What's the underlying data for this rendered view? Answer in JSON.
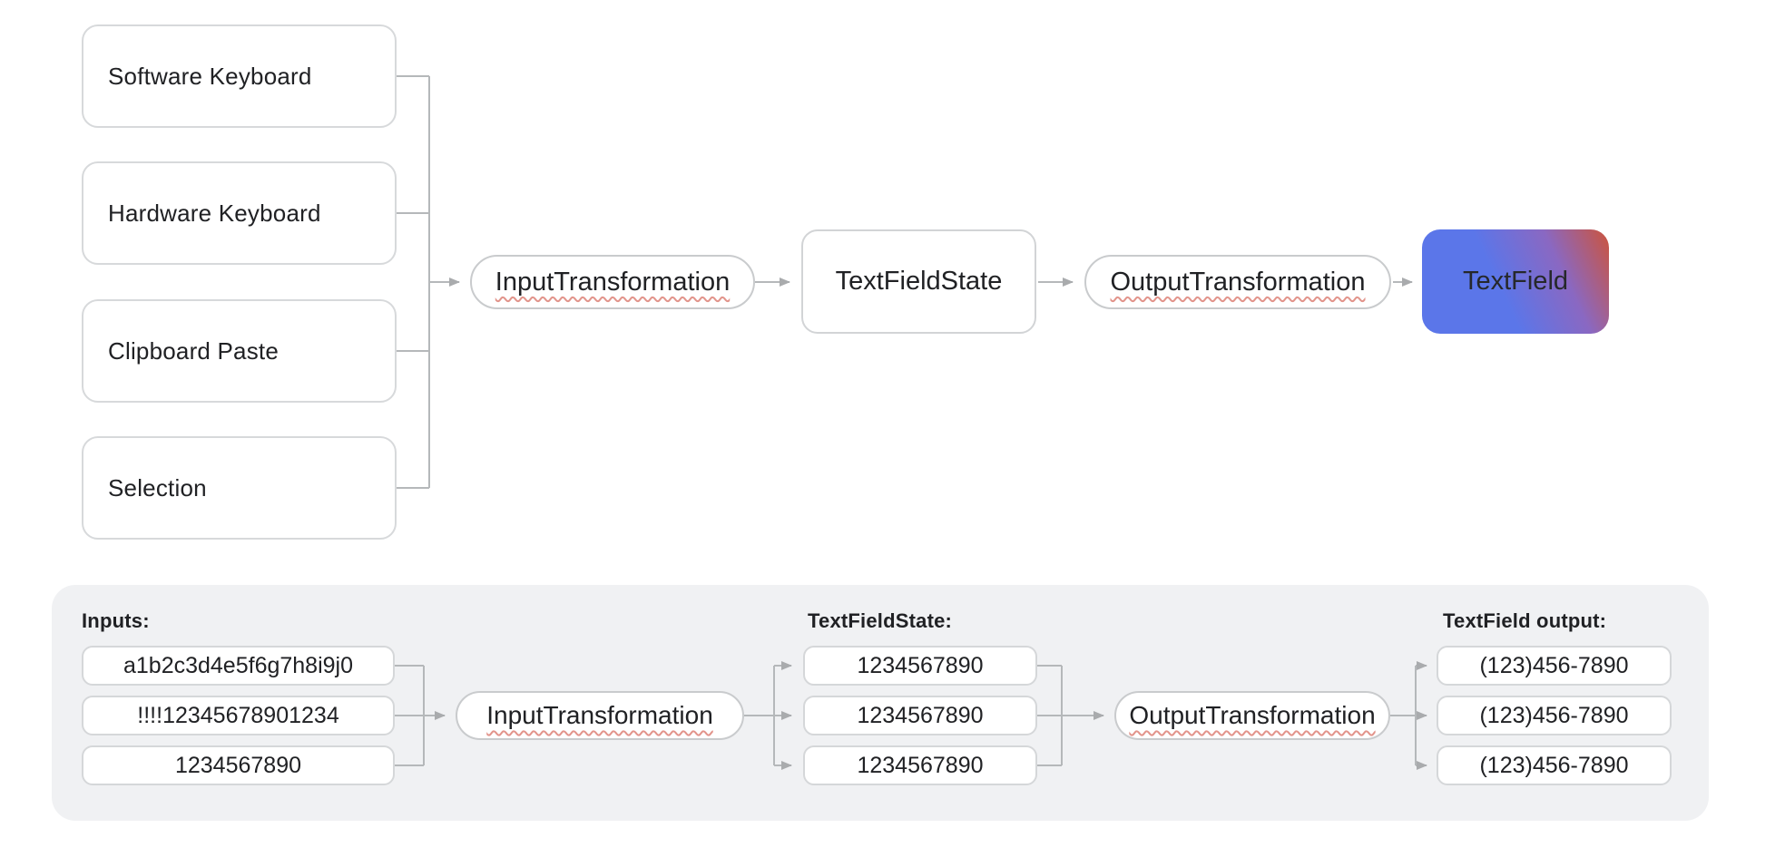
{
  "flow": {
    "sources": [
      "Software Keyboard",
      "Hardware Keyboard",
      "Clipboard Paste",
      "Selection"
    ],
    "input_transformation": "InputTransformation",
    "state": "TextFieldState",
    "output_transformation": "OutputTransformation",
    "sink": "TextField"
  },
  "example": {
    "inputs_label": "Inputs:",
    "inputs": [
      "a1b2c3d4e5f6g7h8i9j0",
      "!!!!12345678901234",
      "1234567890"
    ],
    "input_transformation": "InputTransformation",
    "state_label": "TextFieldState:",
    "state_values": [
      "1234567890",
      "1234567890",
      "1234567890"
    ],
    "output_transformation": "OutputTransformation",
    "output_label": "TextField output:",
    "outputs": [
      "(123)456-7890",
      "(123)456-7890",
      "(123)456-7890"
    ]
  },
  "colors": {
    "text": "#202124",
    "box_border": "#d5d7d9",
    "connector_line": "#b5b8ba",
    "squiggle": "#e2948b",
    "panel_background": "#f0f1f3",
    "gradient_blue": "#5b76e9",
    "gradient_purple": "#8a68c2",
    "gradient_red": "#c5564a"
  }
}
